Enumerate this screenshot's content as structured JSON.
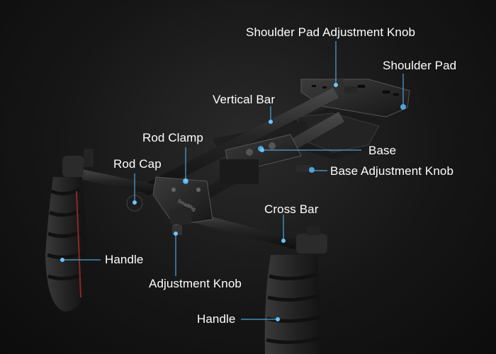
{
  "callouts": {
    "shoulder_pad_adjustment_knob": "Shoulder Pad Adjustment Knob",
    "shoulder_pad": "Shoulder Pad",
    "vertical_bar": "Vertical Bar",
    "rod_clamp": "Rod Clamp",
    "base": "Base",
    "rod_cap": "Rod Cap",
    "base_adjustment_knob": "Base Adjustment Knob",
    "cross_bar": "Cross Bar",
    "handle_left": "Handle",
    "adjustment_knob": "Adjustment Knob",
    "handle_right": "Handle"
  },
  "brand_mark": "SmallRig",
  "colors": {
    "background": "#141414",
    "callout_line": "#4fa3d9",
    "callout_dot": "#6fc3ff",
    "metal": "#2b2b2b",
    "grip_accent": "#8a2a22"
  }
}
